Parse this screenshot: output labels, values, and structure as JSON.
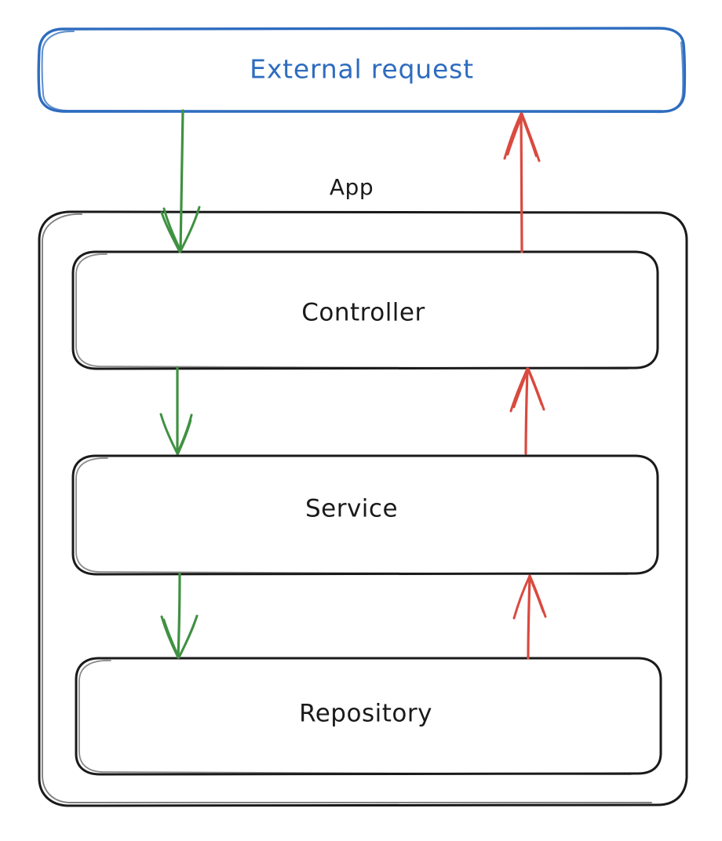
{
  "diagram": {
    "title_visible": false,
    "background_color": "#ffffff",
    "style": "hand-drawn-sketch",
    "colors": {
      "external_node_stroke": "#2e6cbf",
      "external_node_text": "#2e6cbf",
      "node_stroke": "#1a1a1a",
      "node_text": "#1a1a1a",
      "request_flow": "#3f9142",
      "response_flow": "#d94a3f"
    },
    "external_node": {
      "label": "External request",
      "shape": "rounded-rectangle"
    },
    "group": {
      "label": "App",
      "shape": "rounded-rectangle"
    },
    "nodes": [
      {
        "id": "controller",
        "label": "Controller",
        "shape": "rounded-rectangle"
      },
      {
        "id": "service",
        "label": "Service",
        "shape": "rounded-rectangle"
      },
      {
        "id": "repository",
        "label": "Repository",
        "shape": "rounded-rectangle"
      }
    ],
    "edges": [
      {
        "id": "req-external-controller",
        "from": "External request",
        "to": "Controller",
        "direction": "down",
        "color_role": "request_flow"
      },
      {
        "id": "req-controller-service",
        "from": "Controller",
        "to": "Service",
        "direction": "down",
        "color_role": "request_flow"
      },
      {
        "id": "req-service-repository",
        "from": "Service",
        "to": "Repository",
        "direction": "down",
        "color_role": "request_flow"
      },
      {
        "id": "res-repository-service",
        "from": "Repository",
        "to": "Service",
        "direction": "up",
        "color_role": "response_flow"
      },
      {
        "id": "res-service-controller",
        "from": "Service",
        "to": "Controller",
        "direction": "up",
        "color_role": "response_flow"
      },
      {
        "id": "res-controller-external",
        "from": "Controller",
        "to": "External request",
        "direction": "up",
        "color_role": "response_flow"
      }
    ]
  }
}
